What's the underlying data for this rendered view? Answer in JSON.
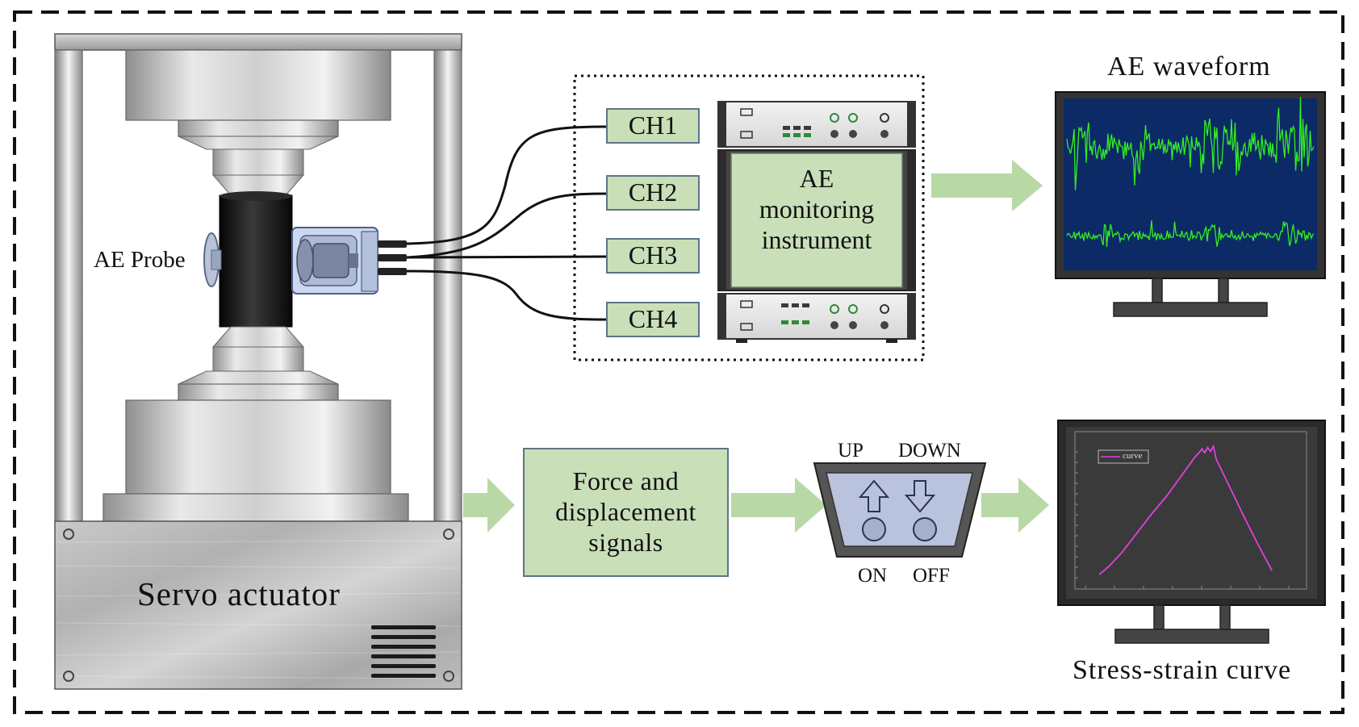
{
  "labels": {
    "ae_probe": "AE Probe",
    "servo_actuator": "Servo actuator",
    "ch1": "CH1",
    "ch2": "CH2",
    "ch3": "CH3",
    "ch4": "CH4",
    "ae_instrument_line1": "AE",
    "ae_instrument_line2": "monitoring",
    "ae_instrument_line3": "instrument",
    "ae_waveform": "AE waveform",
    "force_line1": "Force and",
    "force_line2": "displacement",
    "force_line3": "signals",
    "switch_up": "UP",
    "switch_down": "DOWN",
    "switch_on": "ON",
    "switch_off": "OFF",
    "stress_strain_curve": "Stress-strain curve",
    "legend_curve": "curve"
  },
  "colors": {
    "box_fill": "#c9dfb8",
    "box_stroke": "#5d7486",
    "arrow_fill": "#b8d9a5",
    "wave_bg": "#0b2a66",
    "wave_green": "#33ee22",
    "curve_magenta": "#e040e0",
    "chart_bg": "#3a3a3a"
  },
  "chart_data": {
    "type": "line",
    "title": "",
    "xlabel": "",
    "ylabel": "",
    "series": [
      {
        "name": "curve",
        "values": [
          [
            0,
            0.03
          ],
          [
            0.05,
            0.09
          ],
          [
            0.12,
            0.2
          ],
          [
            0.2,
            0.35
          ],
          [
            0.28,
            0.5
          ],
          [
            0.35,
            0.62
          ],
          [
            0.41,
            0.74
          ],
          [
            0.45,
            0.82
          ],
          [
            0.48,
            0.88
          ],
          [
            0.5,
            0.92
          ],
          [
            0.52,
            0.95
          ],
          [
            0.535,
            0.98
          ],
          [
            0.55,
            0.95
          ],
          [
            0.565,
            0.99
          ],
          [
            0.58,
            0.96
          ],
          [
            0.595,
            1.0
          ],
          [
            0.61,
            0.9
          ],
          [
            0.67,
            0.72
          ],
          [
            0.75,
            0.48
          ],
          [
            0.83,
            0.25
          ],
          [
            0.9,
            0.06
          ]
        ]
      }
    ]
  }
}
